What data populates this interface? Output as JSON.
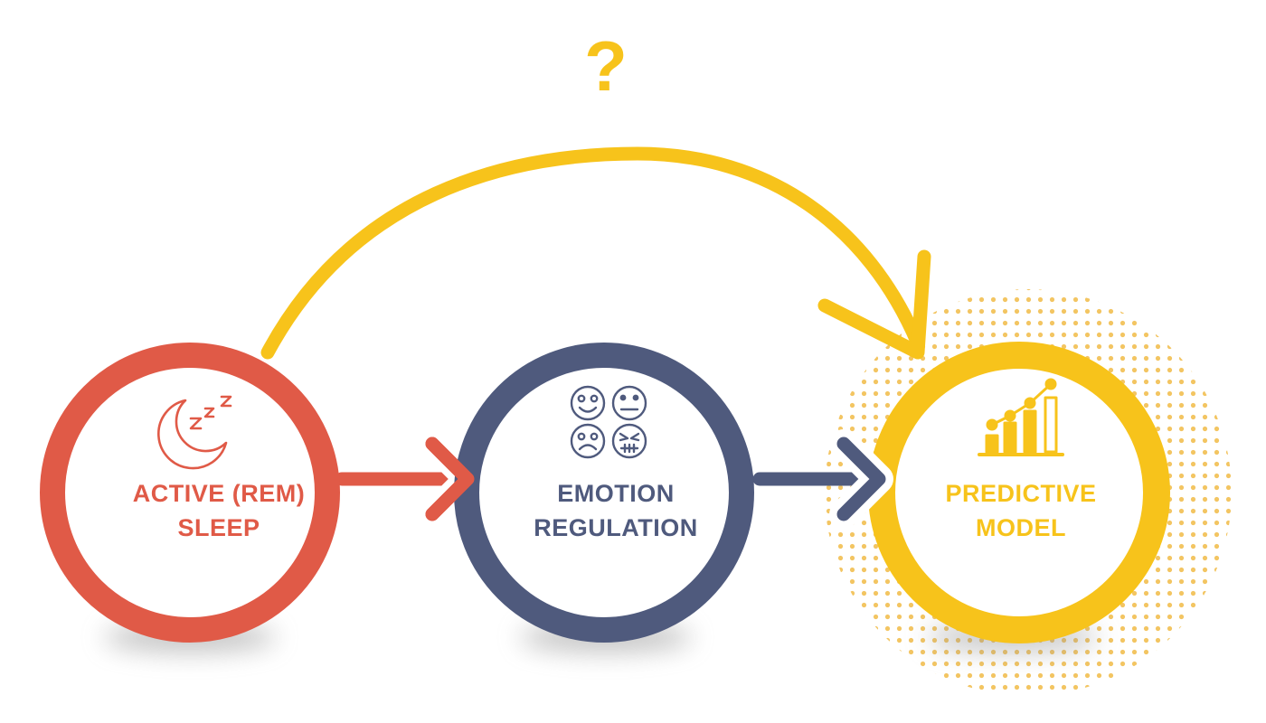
{
  "colors": {
    "red": "#E05A47",
    "navy": "#4F5A7D",
    "yellow": "#F7C31B",
    "shadow": "#8F8F8F"
  },
  "annotation": {
    "question_mark": "?"
  },
  "nodes": [
    {
      "id": "rem",
      "lines": [
        "ACTIVE (REM)",
        "SLEEP"
      ],
      "icon": "moon-zzz-icon",
      "color_key": "red"
    },
    {
      "id": "emotion",
      "lines": [
        "EMOTION",
        "REGULATION"
      ],
      "icon": "emotion-faces-icon",
      "color_key": "navy"
    },
    {
      "id": "predictive",
      "lines": [
        "PREDICTIVE",
        "MODEL"
      ],
      "icon": "growth-chart-icon",
      "color_key": "yellow"
    }
  ],
  "edges": [
    {
      "from": "rem",
      "to": "emotion",
      "style": "straight-arrow",
      "color_key": "red"
    },
    {
      "from": "emotion",
      "to": "predictive",
      "style": "straight-arrow",
      "color_key": "navy"
    },
    {
      "from": "rem",
      "to": "predictive",
      "style": "curved-arrow",
      "color_key": "yellow",
      "label": "?"
    }
  ]
}
